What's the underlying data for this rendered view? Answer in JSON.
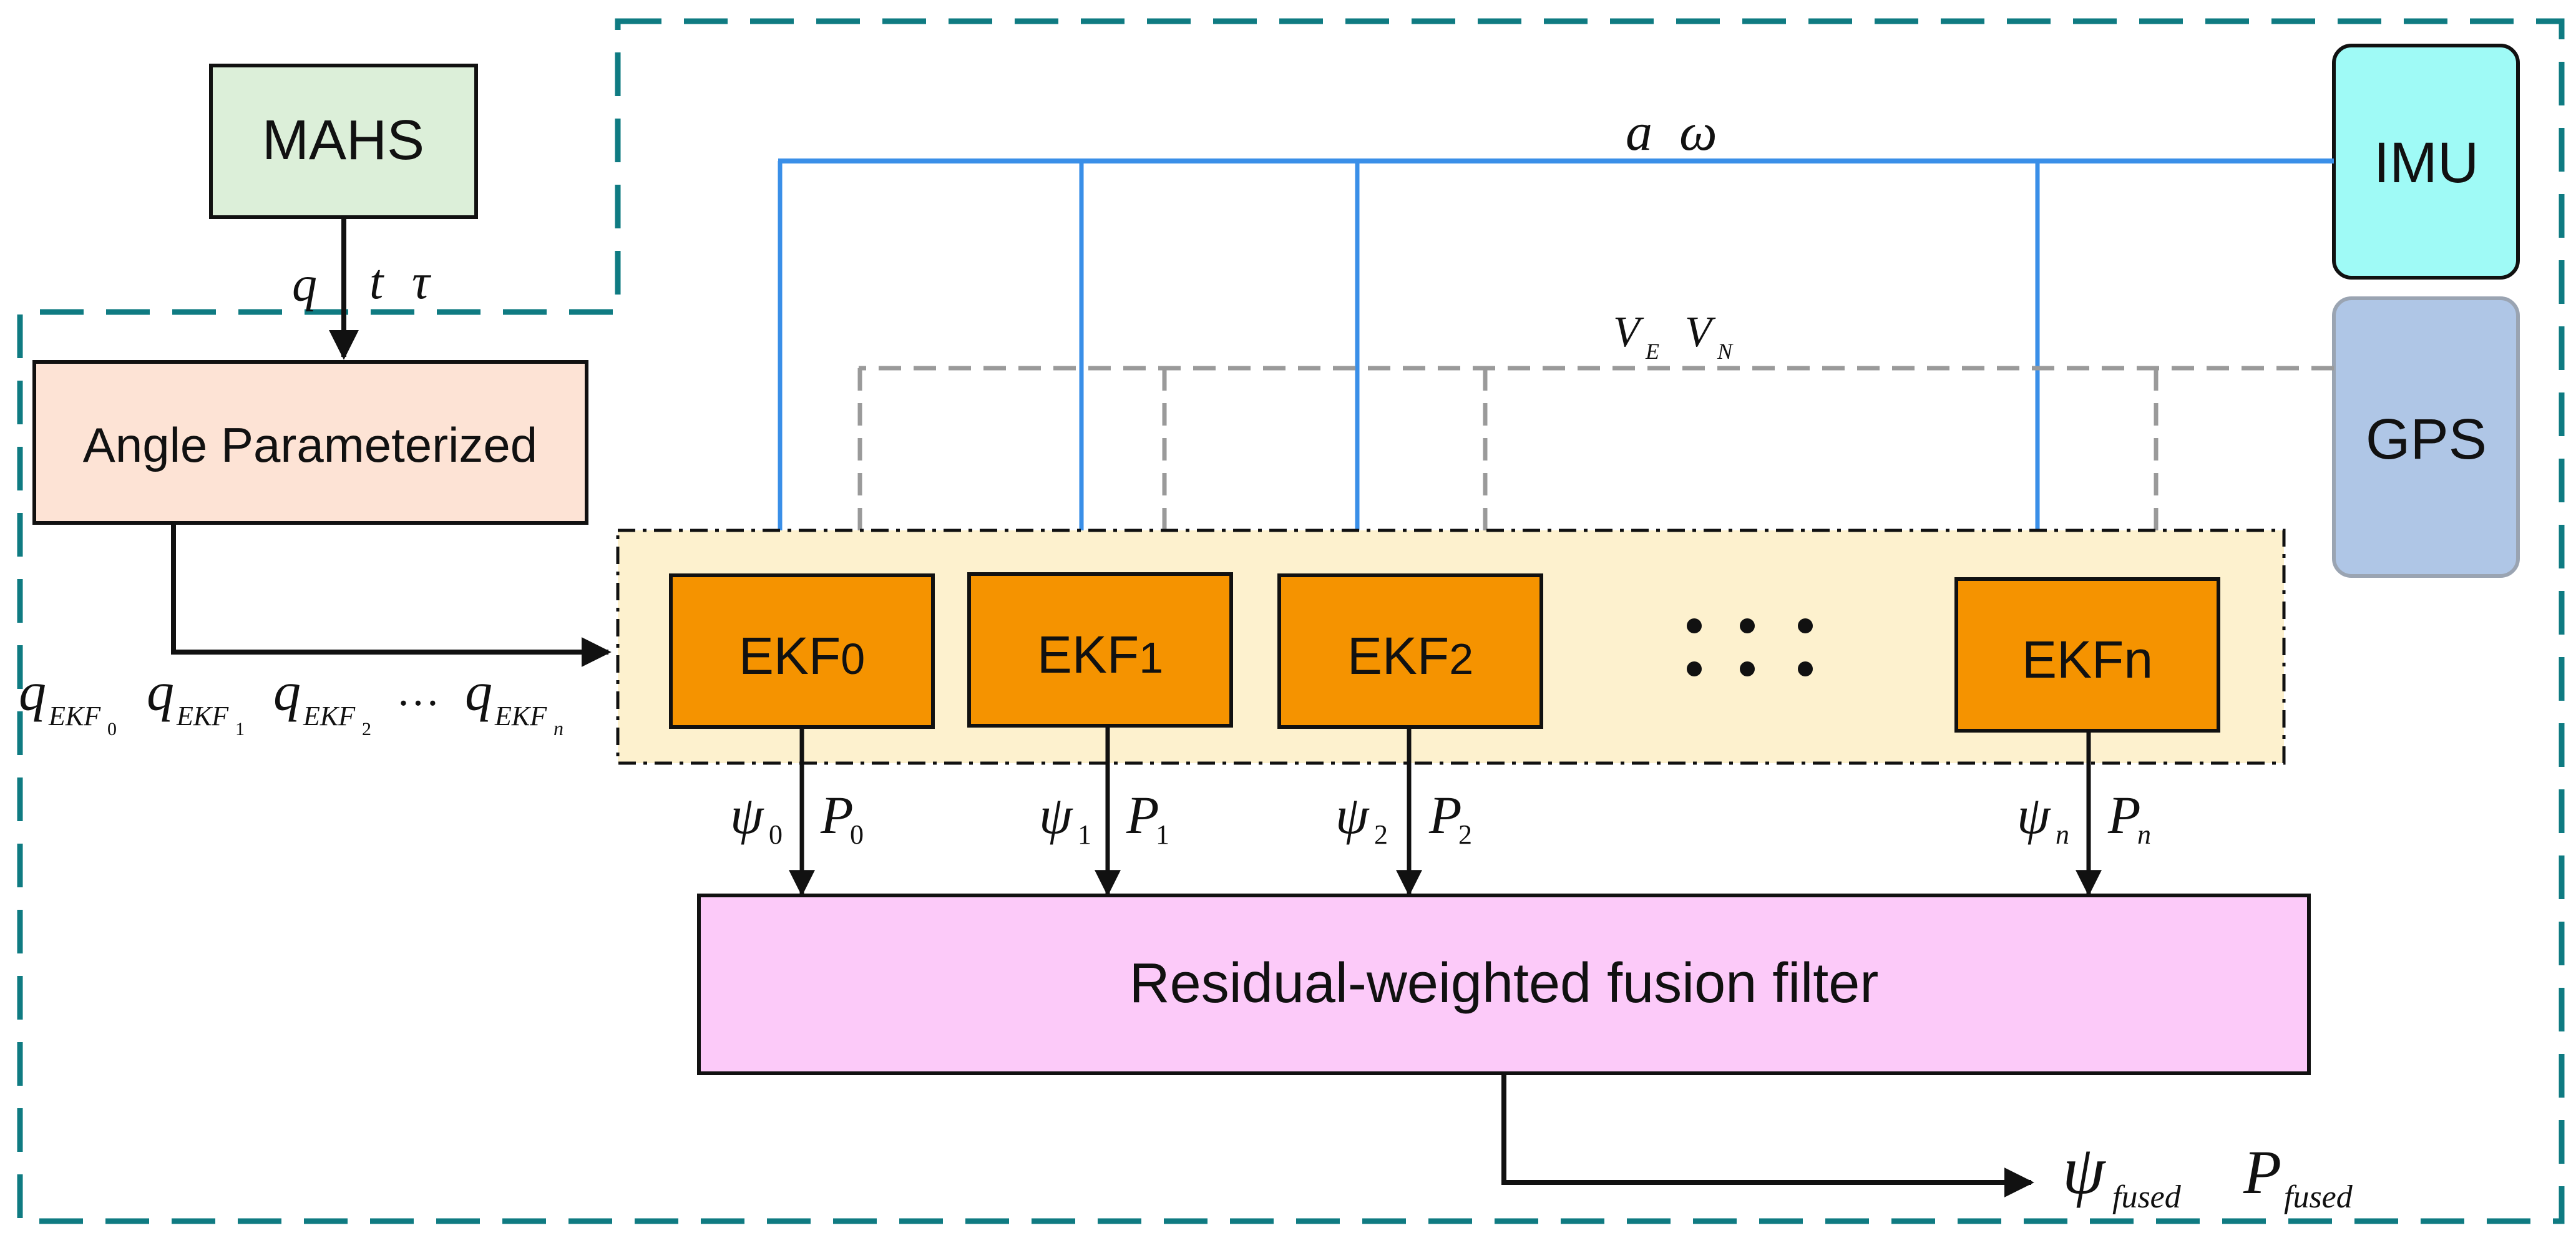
{
  "colors": {
    "frame": "#0f7b82",
    "imu_line": "#3a8fe8",
    "gps_line": "#9a9a9a",
    "mahs_fill": "#dcefd9",
    "angle_fill": "#fde3d5",
    "imu_fill": "#9ffaf6",
    "gps_fill": "#afc6e6",
    "ekf_fill": "#f59300",
    "ekf_group_fill": "#fdf1ce",
    "fusion_fill": "#fccaf9"
  },
  "nodes": {
    "mahs": "MAHS",
    "angle": "Angle Parameterized",
    "imu": "IMU",
    "gps": "GPS",
    "ekf0": {
      "base": "EKF",
      "sub": "0"
    },
    "ekf1": {
      "base": "EKF",
      "sub": "1"
    },
    "ekf2": {
      "base": "EKF",
      "sub": "2"
    },
    "ekfn": {
      "base": "EKFn"
    },
    "ellipsis": "⋮",
    "fusion": "Residual-weighted fusion filter"
  },
  "labels": {
    "imu_signals": "a  ω",
    "gps_v": "V",
    "gps_e": "E",
    "gps_n": "N",
    "mahs_q": "q",
    "mahs_t": "t",
    "mahs_tau": "τ",
    "q_sym": "q",
    "q_sub": "EKF",
    "q_sub0": "0",
    "q_sub1": "1",
    "q_sub2": "2",
    "q_subn": "n",
    "q_dots": "…",
    "psi": "ψ",
    "p": "P",
    "sub0": "0",
    "sub1": "1",
    "sub2": "2",
    "subn": "n",
    "fused": "fused"
  }
}
